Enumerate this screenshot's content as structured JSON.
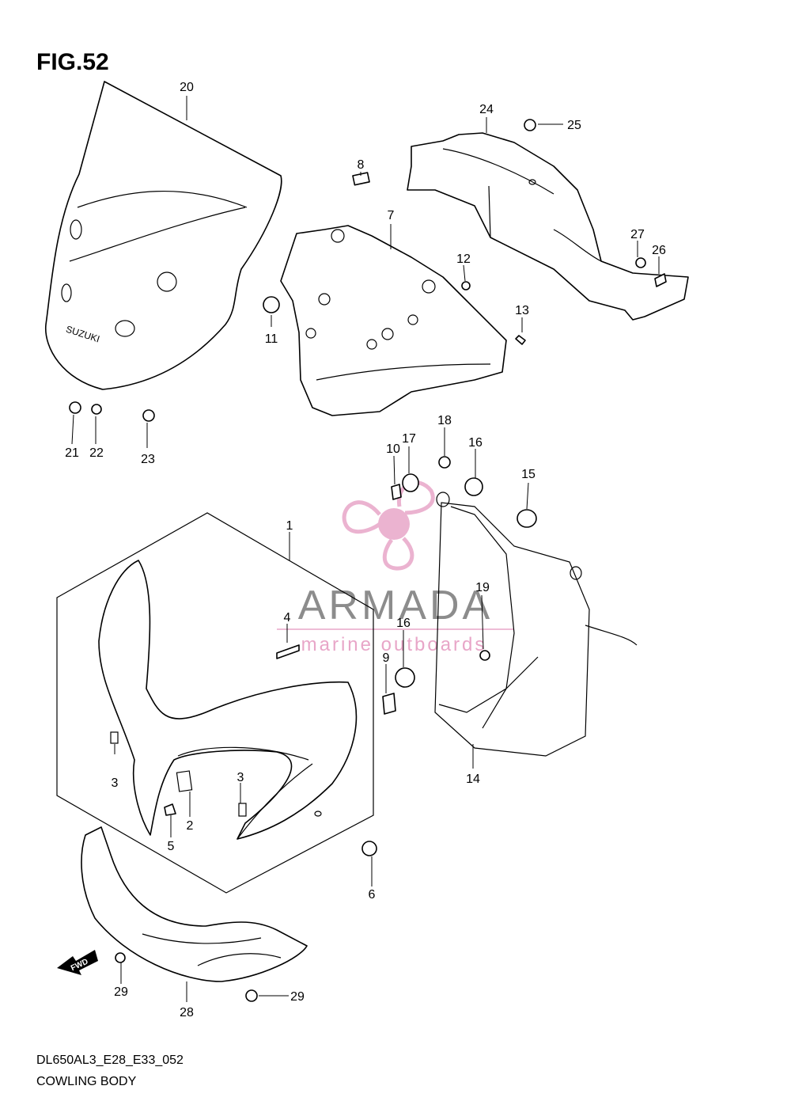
{
  "figure": {
    "title": "FIG.52"
  },
  "footer": {
    "code": "DL650AL3_E28_E33_052",
    "name": "COWLING BODY"
  },
  "watermark": {
    "brand": "ARMADA",
    "tagline": "marine outboards",
    "color": "#e8a6c8",
    "text_color": "#8c8c8c"
  },
  "windscreen_logo": "SUZUKI",
  "fwd_mark": "FWD",
  "callouts": [
    {
      "id": "c20",
      "label": "20"
    },
    {
      "id": "c8",
      "label": "8"
    },
    {
      "id": "c7",
      "label": "7"
    },
    {
      "id": "c24",
      "label": "24"
    },
    {
      "id": "c25",
      "label": "25"
    },
    {
      "id": "c27",
      "label": "27"
    },
    {
      "id": "c26",
      "label": "26"
    },
    {
      "id": "c12",
      "label": "12"
    },
    {
      "id": "c13",
      "label": "13"
    },
    {
      "id": "c11",
      "label": "11"
    },
    {
      "id": "c21",
      "label": "21"
    },
    {
      "id": "c22",
      "label": "22"
    },
    {
      "id": "c23",
      "label": "23"
    },
    {
      "id": "c18",
      "label": "18"
    },
    {
      "id": "c17",
      "label": "17"
    },
    {
      "id": "c10",
      "label": "10"
    },
    {
      "id": "c16a",
      "label": "16"
    },
    {
      "id": "c15",
      "label": "15"
    },
    {
      "id": "c1",
      "label": "1"
    },
    {
      "id": "c19",
      "label": "19"
    },
    {
      "id": "c4",
      "label": "4"
    },
    {
      "id": "c16b",
      "label": "16"
    },
    {
      "id": "c9",
      "label": "9"
    },
    {
      "id": "c14",
      "label": "14"
    },
    {
      "id": "c3a",
      "label": "3"
    },
    {
      "id": "c3b",
      "label": "3"
    },
    {
      "id": "c2",
      "label": "2"
    },
    {
      "id": "c5",
      "label": "5"
    },
    {
      "id": "c6",
      "label": "6"
    },
    {
      "id": "c29a",
      "label": "29"
    },
    {
      "id": "c29b",
      "label": "29"
    },
    {
      "id": "c28",
      "label": "28"
    }
  ]
}
